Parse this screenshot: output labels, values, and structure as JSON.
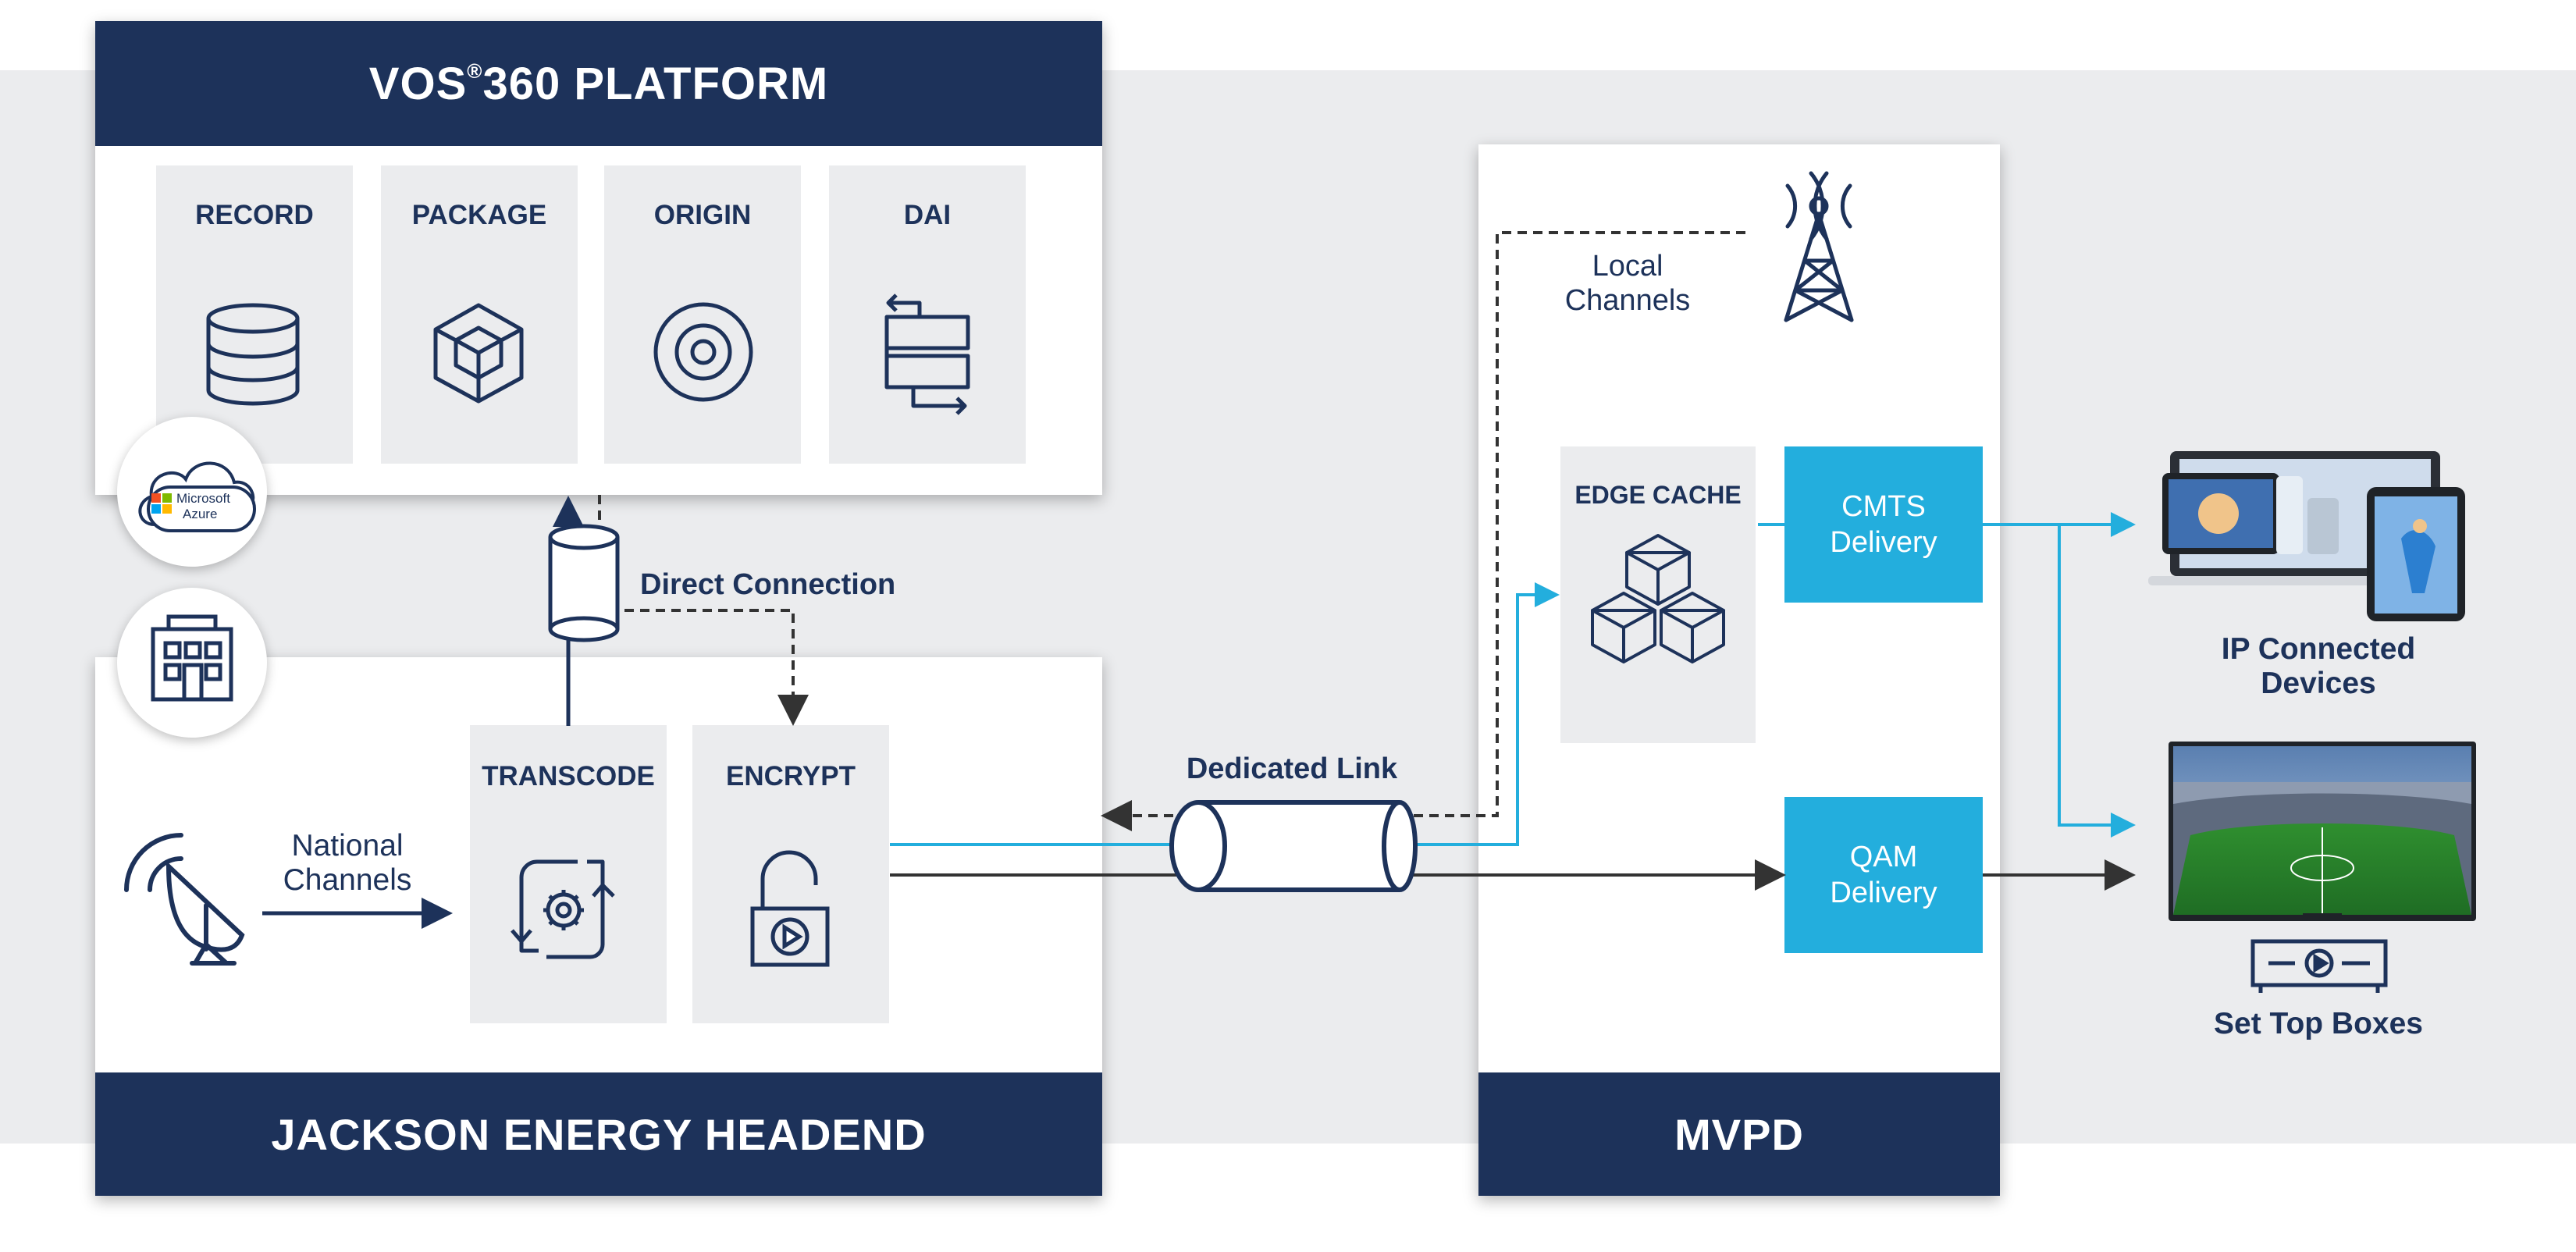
{
  "platform": {
    "title_prefix": "VOS",
    "title_mark": "®",
    "title_suffix": "360 PLATFORM",
    "tiles": [
      {
        "label": "RECORD",
        "icon": "database-icon"
      },
      {
        "label": "PACKAGE",
        "icon": "cube-icon"
      },
      {
        "label": "ORIGIN",
        "icon": "target-icon"
      },
      {
        "label": "DAI",
        "icon": "insertion-arrows-icon"
      }
    ],
    "cloud_badge": {
      "line1": "Microsoft",
      "line2": "Azure"
    }
  },
  "headend": {
    "title": "JACKSON ENERGY HEADEND",
    "tiles": [
      {
        "label": "TRANSCODE",
        "icon": "transcode-gear-icon"
      },
      {
        "label": "ENCRYPT",
        "icon": "padlock-play-icon"
      }
    ],
    "source": {
      "line1": "National",
      "line2": "Channels",
      "icon": "satellite-dish-icon"
    },
    "building_icon": "building-icon"
  },
  "links": {
    "direct_connection": "Direct Connection",
    "dedicated_link": "Dedicated Link"
  },
  "mvpd": {
    "title": "MVPD",
    "local": {
      "line1": "Local",
      "line2": "Channels",
      "icon": "antenna-tower-icon"
    },
    "edge_cache": {
      "label": "EDGE CACHE",
      "icon": "cubes-icon"
    },
    "cmts": {
      "line1": "CMTS",
      "line2": "Delivery"
    },
    "qam": {
      "line1": "QAM",
      "line2": "Delivery"
    }
  },
  "endpoints": {
    "ip": {
      "line1": "IP Connected",
      "line2": "Devices"
    },
    "stb": {
      "label": "Set Top Boxes"
    }
  },
  "colors": {
    "navy": "#1d325a",
    "accent": "#23aedd",
    "band": "#ebecee",
    "tile": "#ebecee",
    "line": "#333333"
  }
}
